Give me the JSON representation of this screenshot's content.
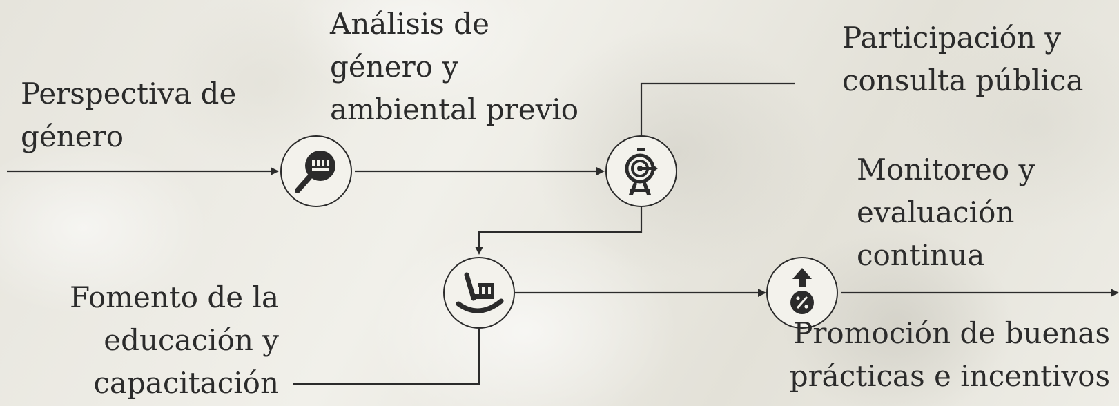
{
  "diagram": {
    "steps": [
      {
        "id": "perspectiva",
        "label": "Perspectiva de\ngénero",
        "icon": "none"
      },
      {
        "id": "analisis",
        "label": "Análisis de\ngénero y\nambiental previo",
        "icon": "magnifier-icon"
      },
      {
        "id": "participacion",
        "label": "Participación y\nconsulta pública",
        "icon": "target-icon"
      },
      {
        "id": "educacion",
        "label": "Fomento de la\neducación y\ncapacitación",
        "icon": "rocking-chair-icon"
      },
      {
        "id": "monitoreo",
        "label": "Monitoreo y\nevaluación\ncontinua",
        "icon": "percent-up-icon"
      },
      {
        "id": "promocion",
        "label": "Promoción de buenas\nprácticas e incentivos",
        "icon": "none"
      }
    ],
    "colors": {
      "line": "#2b2b2b",
      "node_fill": "#f3f2ec",
      "icon": "#2b2b2b"
    }
  }
}
